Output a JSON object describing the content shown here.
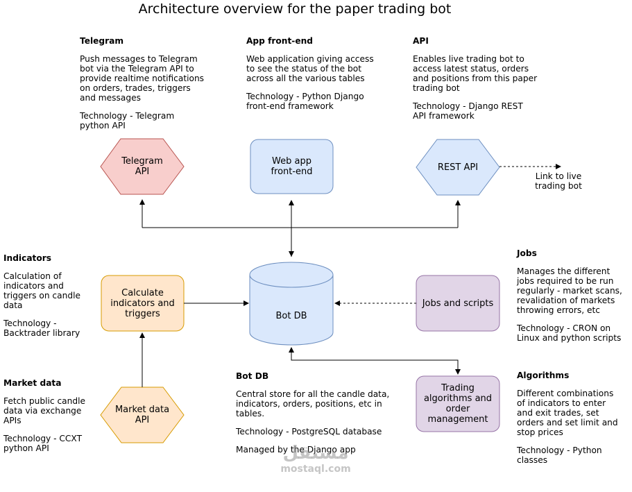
{
  "title": "Architecture overview for the paper trading bot",
  "colors": {
    "red_fill": "#f8cecc",
    "red_stroke": "#b85450",
    "blue_fill": "#dae8fc",
    "blue_stroke": "#6c8ebf",
    "orange_fill": "#ffe6cc",
    "orange_stroke": "#d79b00",
    "purple_fill": "#e1d5e7",
    "purple_stroke": "#9673a6"
  },
  "sections": {
    "telegram": {
      "heading": "Telegram",
      "paras": [
        "Push messages to Telegram\nbot via the Telegram API to\nprovide realtime notifications\non orders, trades, triggers\nand messages",
        "Technology - Telegram\npython API"
      ]
    },
    "frontend": {
      "heading": "App front-end",
      "paras": [
        "Web application giving access\nto see the status of the bot\nacross all the various tables",
        "Technology - Python Django\nfront-end framework"
      ]
    },
    "api": {
      "heading": "API",
      "paras": [
        "Enables live trading bot to\naccess latest status, orders\nand positions from this paper\ntrading bot",
        "Technology - Django REST\nAPI framework"
      ]
    },
    "indicators": {
      "heading": "Indicators",
      "paras": [
        "Calculation of\nindicators and\ntriggers on candle\ndata",
        "Technology -\nBacktrader library"
      ]
    },
    "jobs": {
      "heading": "Jobs",
      "paras": [
        "Manages the different\njobs required to be run\nregularly - market scans,\nrevalidation of markets\nthrowing errors, etc",
        "Technology - CRON on\nLinux and python scripts"
      ]
    },
    "market": {
      "heading": "Market data",
      "paras": [
        "Fetch public candle\ndata via exchange\nAPIs",
        "Technology - CCXT\npython API"
      ]
    },
    "botdb": {
      "heading": "Bot DB",
      "paras": [
        "Central store for all the candle data,\nindicators, orders, positions, etc in\ntables.",
        "Technology - PostgreSQL database",
        "Managed by the Django app"
      ]
    },
    "algorithms": {
      "heading": "Algorithms",
      "paras": [
        "Different combinations\nof indicators to enter\nand exit trades, set\norders and set limit and\nstop prices",
        "Technology - Python\nclasses"
      ]
    }
  },
  "nodes": {
    "telegram_api": "Telegram\nAPI",
    "web_app": "Web app\nfront-end",
    "rest_api": "REST API",
    "calc_indicators": "Calculate\nindicators and\ntriggers",
    "bot_db": "Bot DB",
    "jobs_scripts": "Jobs and scripts",
    "market_data_api": "Market data\nAPI",
    "trading_algos": "Trading\nalgorithms and\norder\nmanagement"
  },
  "link_note": "Link to live\ntrading bot",
  "watermark": {
    "arabic": "مستقل",
    "latin": "mostaql.com"
  }
}
